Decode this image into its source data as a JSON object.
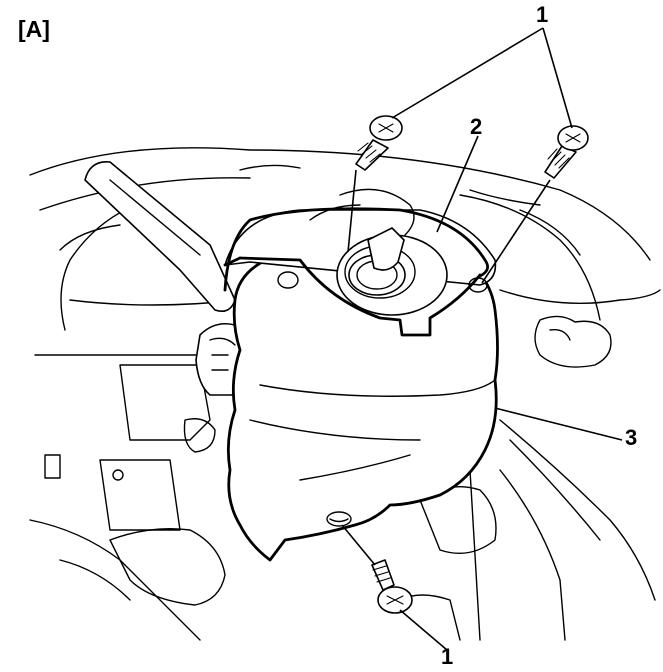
{
  "figure": {
    "view_label": "[A]",
    "callouts": [
      {
        "id": "c1a",
        "text": "1"
      },
      {
        "id": "c2",
        "text": "2"
      },
      {
        "id": "c3",
        "text": "3"
      },
      {
        "id": "c1b",
        "text": "1"
      }
    ]
  }
}
